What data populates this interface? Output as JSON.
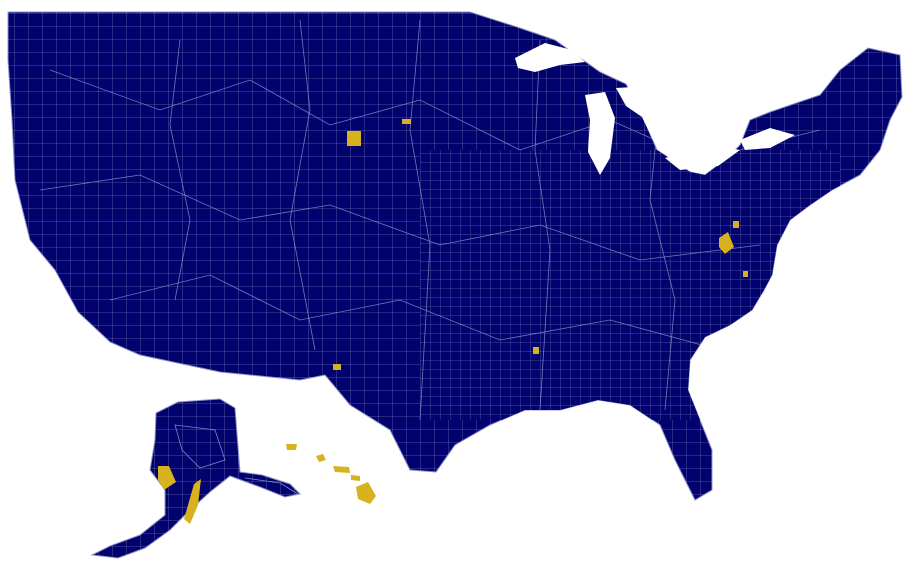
{
  "map": {
    "type": "us-county-choropleth",
    "projection": "albers-usa",
    "colors": {
      "background": "#ffffff",
      "base_fill": "#02026f",
      "highlight_fill": "#d8b11f",
      "border": "#8f93c8"
    },
    "regions_shown": [
      "contiguous-united-states",
      "alaska",
      "hawaii"
    ],
    "highlighted_areas": [
      "north-dakota-county-west",
      "north-dakota-county-east",
      "southern-new-mexico-county",
      "mississippi-county",
      "virginia-county-north",
      "virginia-county-central",
      "virginia-county-south",
      "alaska-county-west",
      "alaska-county-south",
      "hawaii-counties"
    ]
  }
}
